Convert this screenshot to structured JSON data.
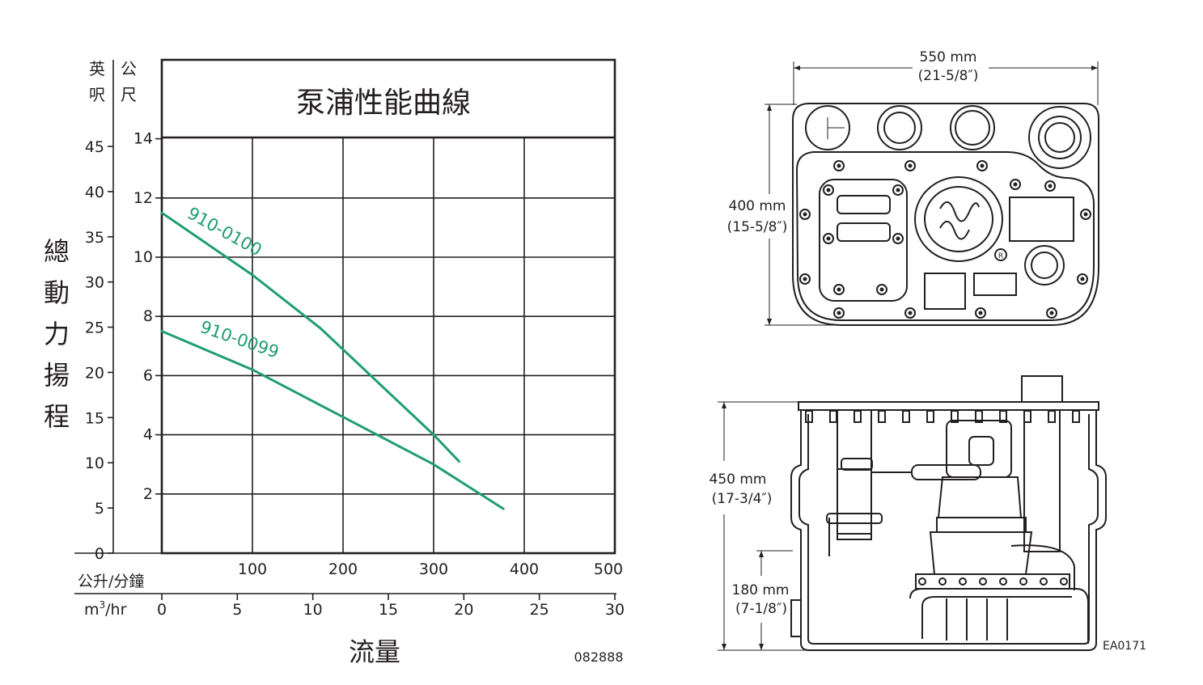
{
  "chart_data": {
    "type": "line",
    "title": "泵浦性能曲線",
    "xlabel": "流量",
    "ylabel": "總動力揚程",
    "x_primary": {
      "unit": "公升/分鐘",
      "range": [
        0,
        500
      ],
      "ticks": [
        "100",
        "200",
        "300",
        "400",
        "500"
      ]
    },
    "x_secondary": {
      "unit_base": "m",
      "unit_sup": "3",
      "unit_suffix": "/hr",
      "range": [
        0,
        30
      ],
      "ticks": [
        "0",
        "5",
        "10",
        "15",
        "20",
        "25",
        "30"
      ]
    },
    "y_feet": {
      "unit_line1": "英",
      "unit_line2": "呎",
      "range": [
        0,
        45
      ],
      "ticks": [
        "0",
        "5",
        "10",
        "15",
        "20",
        "25",
        "30",
        "35",
        "40",
        "45"
      ]
    },
    "y_meters": {
      "unit_line1": "公",
      "unit_line2": "尺",
      "range": [
        0,
        14
      ],
      "ticks": [
        "2",
        "4",
        "6",
        "8",
        "10",
        "12",
        "14"
      ]
    },
    "series": [
      {
        "name": "910-0100",
        "x": [
          0,
          100,
          175,
          300,
          328
        ],
        "y": [
          11.5,
          9.4,
          7.6,
          4.0,
          3.1
        ]
      },
      {
        "name": "910-0099",
        "x": [
          0,
          100,
          200,
          300,
          377
        ],
        "y": [
          7.5,
          6.2,
          4.6,
          3.0,
          1.5
        ]
      }
    ],
    "grid": true,
    "legend": "inline",
    "figure_code": "082888"
  },
  "colors": {
    "curve": "#1f9e6e",
    "ink": "#231f20"
  },
  "drawing": {
    "width_mm": "550 mm",
    "width_in": "(21-5/8″)",
    "depth_mm": "400 mm",
    "depth_in": "(15-5/8″)",
    "height_mm": "450 mm",
    "height_in": "(17-3/4″)",
    "inlet_mm": "180 mm",
    "inlet_in": "(7-1/8″)",
    "registered_mark": "R",
    "code": "EA0171"
  }
}
